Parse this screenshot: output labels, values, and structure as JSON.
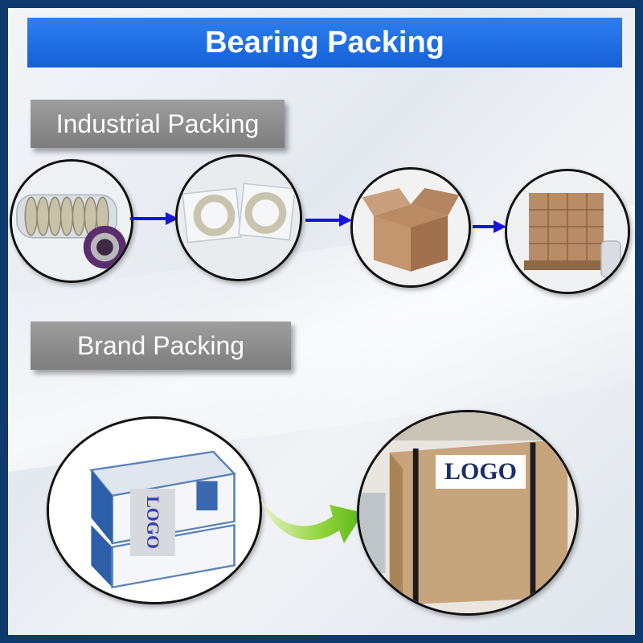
{
  "title": "Bearing Packing",
  "sections": {
    "industrial": {
      "label": "Industrial Packing"
    },
    "brand": {
      "label": "Brand Packing"
    }
  },
  "logo_text": "LOGO",
  "colors": {
    "banner": "#1f6fe6",
    "label_bg": "#8c8c8c",
    "flow_arrow": "#1515e0",
    "brand_arrow": "#7fd12b",
    "border": "#0e3a6e"
  },
  "icons": {
    "industrial_steps": [
      "bearing-tube-icon",
      "plastic-bag-icon",
      "carton-box-icon",
      "pallet-icon"
    ],
    "brand_steps": [
      "brand-box-icon",
      "wooden-case-icon"
    ]
  }
}
